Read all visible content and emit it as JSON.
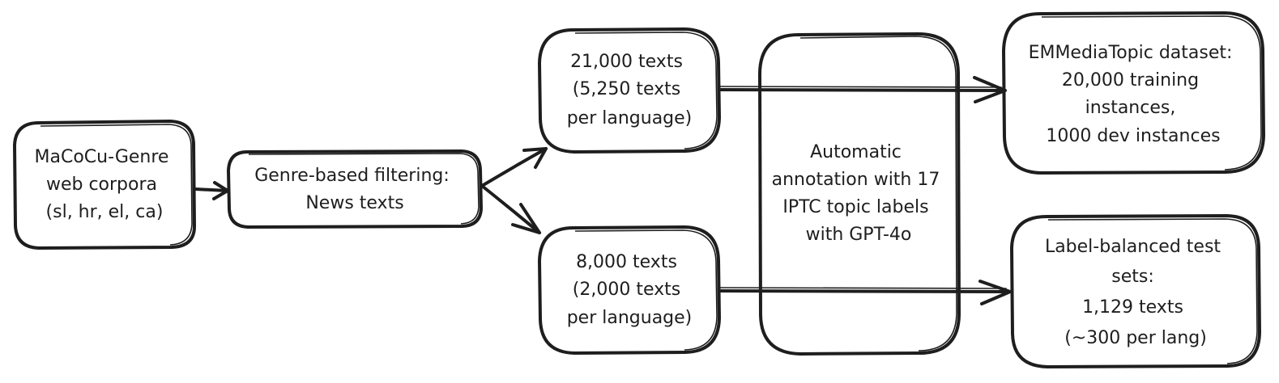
{
  "nodes": {
    "source": {
      "lines": [
        "MaCoCu-Genre",
        "web corpora",
        "(sl, hr, el, ca)"
      ]
    },
    "filter": {
      "lines": [
        "Genre-based filtering:",
        "News texts"
      ]
    },
    "train_subset": {
      "lines": [
        "21,000 texts",
        "(5,250 texts",
        "per language)"
      ]
    },
    "test_subset": {
      "lines": [
        "8,000 texts",
        "(2,000 texts",
        "per language)"
      ]
    },
    "annotation": {
      "lines": [
        "Automatic",
        "annotation with 17",
        "IPTC topic labels",
        "with GPT-4o"
      ]
    },
    "train_output": {
      "lines": [
        "EMMediaTopic dataset:",
        "20,000 training",
        "instances,",
        "1000 dev instances"
      ]
    },
    "test_output": {
      "lines": [
        "Label-balanced test",
        "sets:",
        "1,129 texts",
        "(~300 per lang)"
      ]
    }
  },
  "colors": {
    "stroke": "#1e1e1e",
    "background": "#ffffff"
  }
}
